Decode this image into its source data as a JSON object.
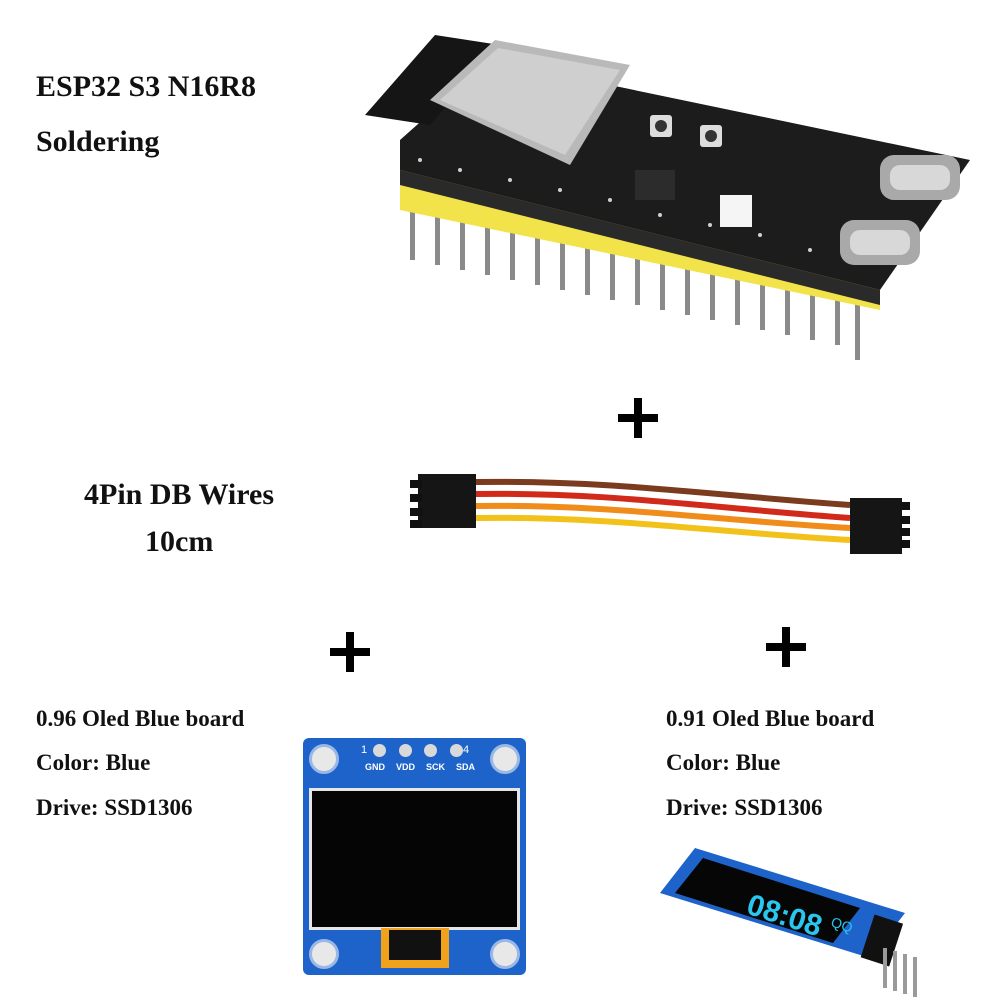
{
  "esp32": {
    "title": "ESP32 S3  N16R8",
    "subtitle": "Soldering"
  },
  "wires": {
    "title": "4Pin  DB Wires",
    "length": "10cm"
  },
  "oled096": {
    "name": "0.96 Oled  Blue board",
    "color": "Color:  Blue",
    "drive": "Drive:   SSD1306",
    "pin_labels": [
      "GND",
      "VDD",
      "SCK",
      "SDA"
    ],
    "pin_numbers": [
      "1",
      "4"
    ]
  },
  "oled091": {
    "name": "0.91 Oled  Blue board",
    "color": "Color:  Blue",
    "drive": "Drive:   SSD1306",
    "screen_time": "08:08",
    "screen_text": "QQ"
  },
  "colors": {
    "board": "#1c1c1c",
    "header_yellow": "#f2e34a",
    "oled_blue_pcb": "#1e63c9",
    "oled_glow": "#29c6f0",
    "wire_brown": "#7a3b1e",
    "wire_red": "#d12a1a",
    "wire_orange": "#f08c1a",
    "wire_yellow": "#f2c21a"
  }
}
